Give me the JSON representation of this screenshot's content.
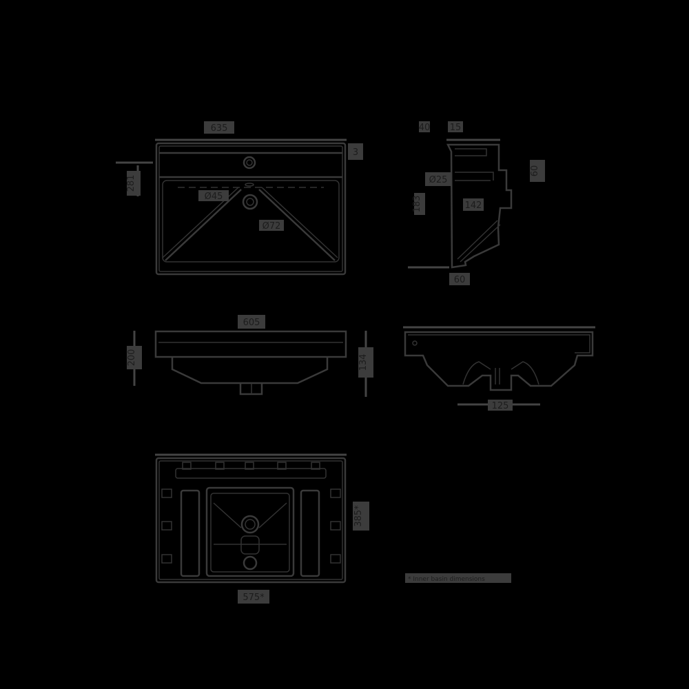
{
  "drawing": {
    "title": "Basin technical drawing",
    "colors": {
      "background": "#000000",
      "line": "#3a3a3a",
      "label_bg": "#3c3c3c",
      "label_text": "#1c1c1c"
    },
    "top_view": {
      "width_label": "635",
      "depth_label": "281",
      "corner_label": "3",
      "overflow_label": "Ø45",
      "drain_label": "Ø72"
    },
    "side_view": {
      "top_left_label": "40",
      "top_label": "15",
      "pipe_label": "Ø25",
      "inner_label": "142",
      "left_height_label": "183",
      "right_label": "60",
      "bottom_label": "60"
    },
    "front_view": {
      "width_label": "605",
      "left_height_label": "200",
      "right_height_label": "134"
    },
    "rear_view": {
      "drain_width_label": "125"
    },
    "bottom_view": {
      "width_label": "575*",
      "depth_label": "385*"
    },
    "note": "* Inner basin dimensions"
  }
}
